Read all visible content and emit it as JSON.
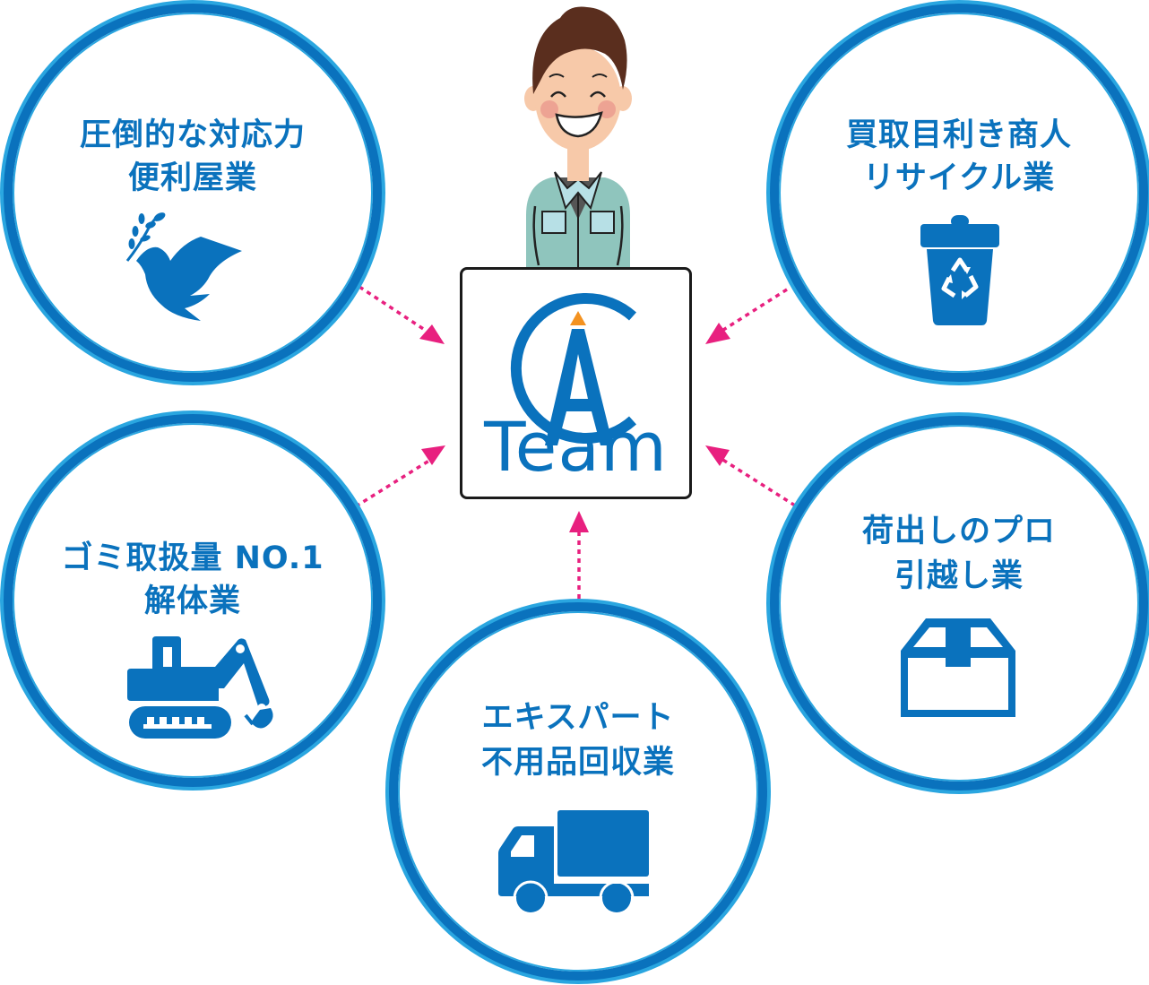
{
  "colors": {
    "primary_blue": "#0a72bd",
    "light_blue_ring": "#2aa6e0",
    "arrow_pink": "#e8207f",
    "logo_accent_orange": "#f39220",
    "box_border": "#1a1a1a"
  },
  "center": {
    "logo": {
      "letter_c": "C",
      "letter_a": "A",
      "text": "Team"
    },
    "mascot": "smiling-worker-in-green-uniform"
  },
  "services": [
    {
      "id": "handyman",
      "line1": "圧倒的な対応力",
      "line2": "便利屋業",
      "icon": "dove-icon",
      "position": "top-left"
    },
    {
      "id": "recycle",
      "line1": "買取目利き商人",
      "line2": "リサイクル業",
      "icon": "recycle-bin-icon",
      "position": "top-right"
    },
    {
      "id": "demolition",
      "line1": "ゴミ取扱量 NO.1",
      "line2": "解体業",
      "icon": "excavator-icon",
      "position": "bottom-left"
    },
    {
      "id": "junk",
      "line1": "エキスパート",
      "line2": "不用品回収業",
      "icon": "truck-icon",
      "position": "bottom-center"
    },
    {
      "id": "moving",
      "line1": "荷出しのプロ",
      "line2": "引越し業",
      "icon": "box-icon",
      "position": "bottom-right"
    }
  ]
}
